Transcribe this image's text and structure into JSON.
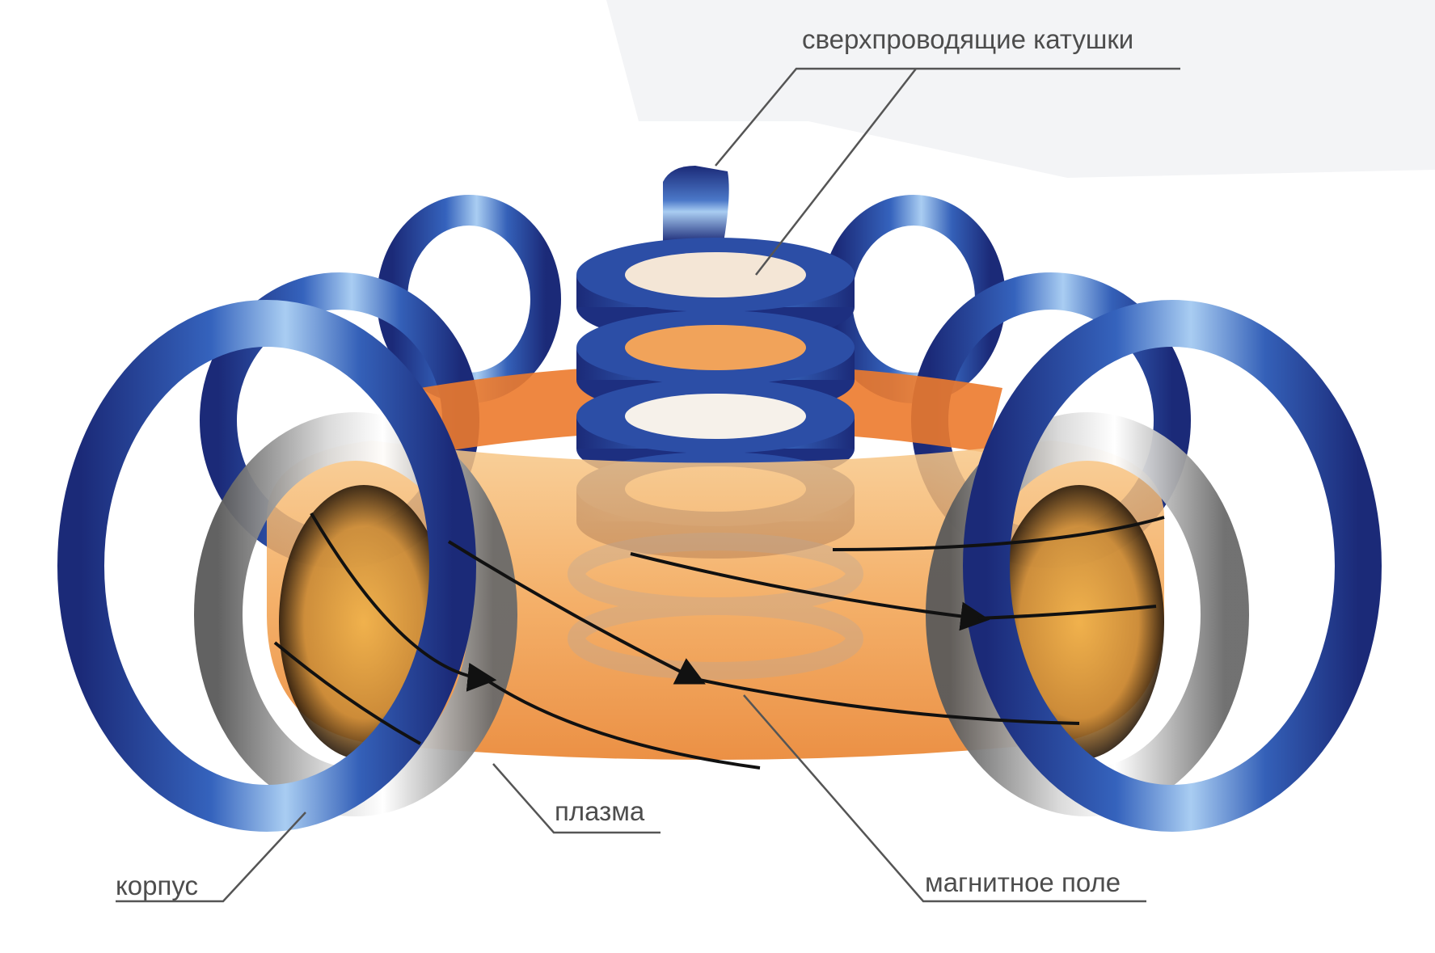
{
  "labels": {
    "coils": "сверхпроводящие катушки",
    "plasma": "плазма",
    "body": "корпус",
    "field": "магнитное поле"
  },
  "colors": {
    "coil_dark": "#1b2a78",
    "coil_mid": "#2f58b0",
    "coil_light": "#9fc4ee",
    "plasma_orange": "#ef8a35",
    "plasma_light": "#f7c27a",
    "vessel_gray": "#8a8a8a",
    "label_text": "#4d4d4d",
    "leader_line": "#555555",
    "field_line": "#111111"
  },
  "icons": {
    "field_direction": "arrowhead"
  }
}
